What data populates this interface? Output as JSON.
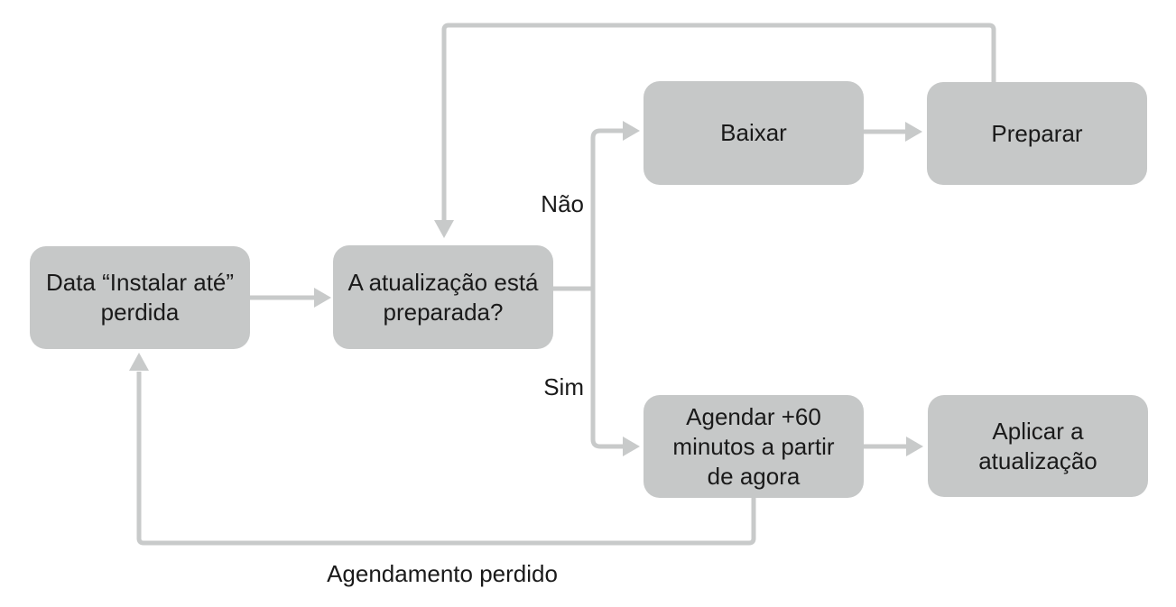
{
  "diagram": {
    "type": "flowchart",
    "nodes": [
      {
        "id": "data-instalar-ate-perdida",
        "label": "Data “Instalar até”\nperdida"
      },
      {
        "id": "atualizacao-esta-preparada",
        "label": "A atualização está\npreparada?"
      },
      {
        "id": "baixar",
        "label": "Baixar"
      },
      {
        "id": "preparar",
        "label": "Preparar"
      },
      {
        "id": "agendar-mais-60-minutos",
        "label": "Agendar +60\nminutos a partir\nde agora"
      },
      {
        "id": "aplicar-atualizacao",
        "label": "Aplicar a\natualização"
      }
    ],
    "edge_labels": {
      "nao": "Não",
      "sim": "Sim",
      "agendamento_perdido": "Agendamento perdido"
    },
    "colors": {
      "node_fill": "#c6c8c8",
      "connector": "#c8caca",
      "text": "#1a1a1a",
      "background": "#ffffff"
    }
  }
}
